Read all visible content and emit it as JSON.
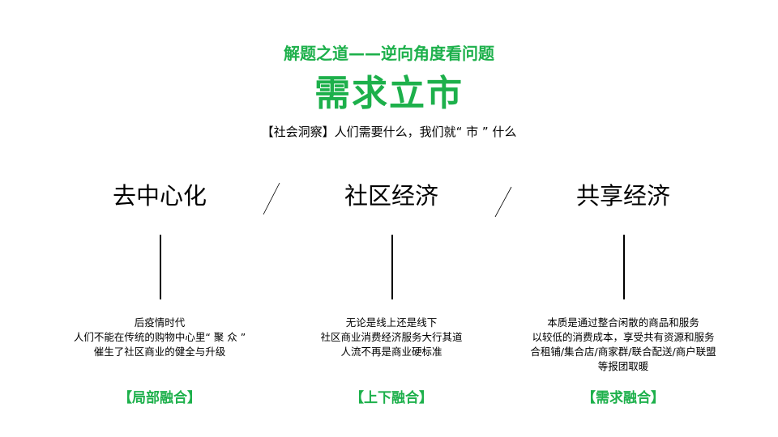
{
  "theme": {
    "green": "#1DB04B",
    "text": "#000000"
  },
  "header": {
    "subtitle": "解题之道——逆向角度看问题",
    "title": "需求立市",
    "insight": "【社会洞察】人们需要什么，我们就“ 市 ” 什么"
  },
  "columns": [
    {
      "title": "去中心化",
      "description": [
        "后疫情时代",
        "人们不能在传统的购物中心里“ 聚 众 ”",
        "催生了社区商业的健全与升级"
      ],
      "tag": "【局部融合】"
    },
    {
      "title": "社区经济",
      "description": [
        "无论是线上还是线下",
        "社区商业消费经济服务大行其道",
        "人流不再是商业硬标准"
      ],
      "tag": "【上下融合】"
    },
    {
      "title": "共享经济",
      "description": [
        "本质是通过整合闲散的商品和服务",
        "以较低的消费成本，享受共有资源和服务",
        "合租铺/集合店/商家群/联合配送/商户联盟",
        "等报团取暖"
      ],
      "tag": "【需求融合】"
    }
  ],
  "separators": [
    "slash-divider",
    "slash-divider"
  ]
}
